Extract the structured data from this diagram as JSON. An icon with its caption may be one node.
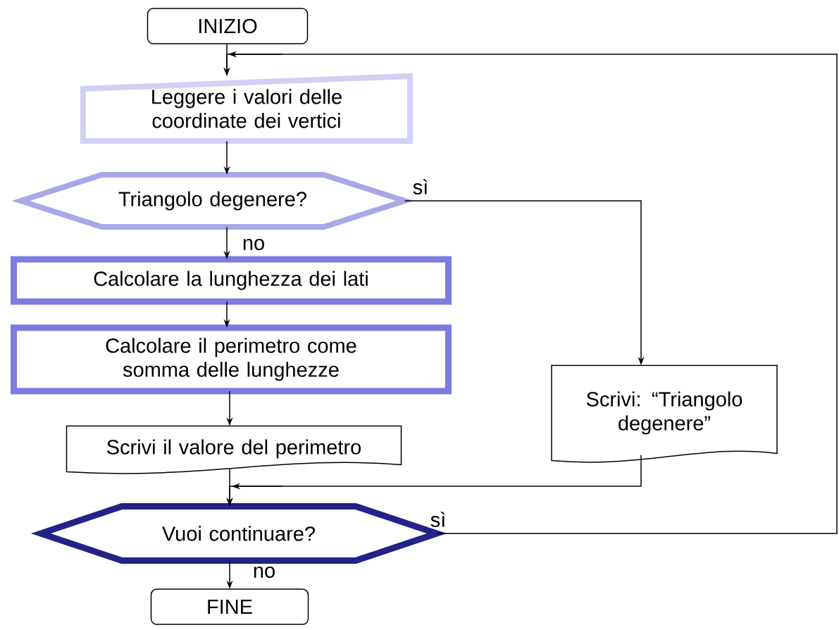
{
  "diagram": {
    "nodes": [
      {
        "text": [
          "INIZIO"
        ]
      },
      {
        "text": [
          "Leggere i valori delle coordinate dei vertici"
        ]
      },
      {
        "text": [
          "Triangolo degenere?"
        ]
      },
      {
        "text": [
          "Calcolare la lunghezza dei lati"
        ]
      },
      {
        "text": [
          "Calcolare il perimetro come somma delle lunghezze"
        ]
      },
      {
        "text": [
          "Scrivi il valore del perimetro"
        ]
      },
      {
        "text": [
          "Scrivi: “Triangolo degenere”"
        ]
      },
      {
        "text": [
          "Vuoi continuare?"
        ]
      },
      {
        "text": [
          "FINE"
        ]
      }
    ],
    "edges": [
      {
        "from": 0,
        "to": 1,
        "arrow": "to"
      },
      {
        "from": 1,
        "to": 2,
        "arrow": "to"
      },
      {
        "from": 2,
        "to": 3,
        "arrow": "to",
        "label": "no"
      },
      {
        "from": 2,
        "to": 6,
        "arrow": "to",
        "label": "sì"
      },
      {
        "from": 3,
        "to": 4,
        "arrow": "to"
      },
      {
        "from": 4,
        "to": 5,
        "arrow": "to"
      },
      {
        "from": 5,
        "to": 7,
        "arrow": "to"
      },
      {
        "from": 6,
        "to": 7,
        "arrow": "to"
      },
      {
        "from": 7,
        "to": 8,
        "arrow": "to",
        "label": "no"
      },
      {
        "from": 7,
        "to": 1,
        "arrow": "to",
        "label": "sì"
      }
    ]
  }
}
